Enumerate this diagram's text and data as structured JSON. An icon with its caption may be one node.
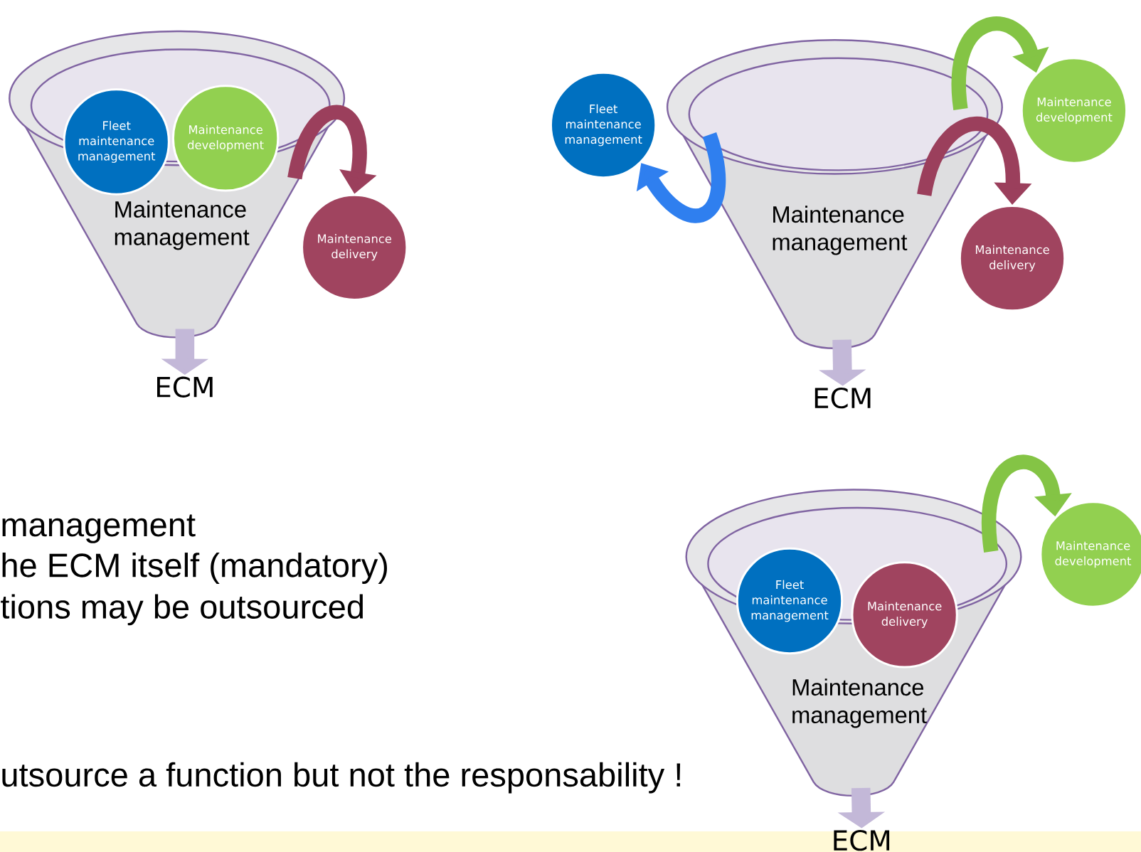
{
  "diagram": {
    "nodes": [
      {
        "text": [
          "Maintenance management"
        ]
      },
      {
        "text": [
          "Fleet maintenance management"
        ],
        "in": 0
      },
      {
        "text": [
          "Maintenance development"
        ],
        "in": 0
      },
      {
        "text": [
          "Maintenance delivery"
        ]
      },
      {
        "text": [
          "ECM"
        ]
      },
      {
        "text": [
          "Maintenance management"
        ]
      },
      {
        "text": [
          "Fleet maintenance management"
        ]
      },
      {
        "text": [
          "Maintenance development"
        ]
      },
      {
        "text": [
          "Maintenance delivery"
        ]
      },
      {
        "text": [
          "ECM"
        ]
      },
      {
        "text": [
          "Maintenance management"
        ]
      },
      {
        "text": [
          "Fleet maintenance management"
        ],
        "in": 10
      },
      {
        "text": [
          "Maintenance delivery"
        ],
        "in": 10
      },
      {
        "text": [
          "Maintenance development"
        ]
      },
      {
        "text": [
          "ECM"
        ]
      }
    ],
    "edges": [
      {
        "from": 0,
        "to": 3,
        "arrow": "to",
        "color": "#9b3f5c"
      },
      {
        "from": 0,
        "to": 4,
        "arrow": "to",
        "color": "#c3b8d8"
      },
      {
        "from": 5,
        "to": 6,
        "arrow": "to",
        "color": "#2f7fef"
      },
      {
        "from": 5,
        "to": 7,
        "arrow": "to",
        "color": "#84c445"
      },
      {
        "from": 5,
        "to": 8,
        "arrow": "to",
        "color": "#9b3f5c"
      },
      {
        "from": 5,
        "to": 9,
        "arrow": "to",
        "color": "#c3b8d8"
      },
      {
        "from": 10,
        "to": 13,
        "arrow": "to",
        "color": "#84c445"
      },
      {
        "from": 10,
        "to": 14,
        "arrow": "to",
        "color": "#c3b8d8"
      }
    ],
    "labels": [
      "management",
      "he ECM itself (mandatory)",
      "tions may be outsourced",
      "utsource a function but not the responsability !"
    ]
  }
}
